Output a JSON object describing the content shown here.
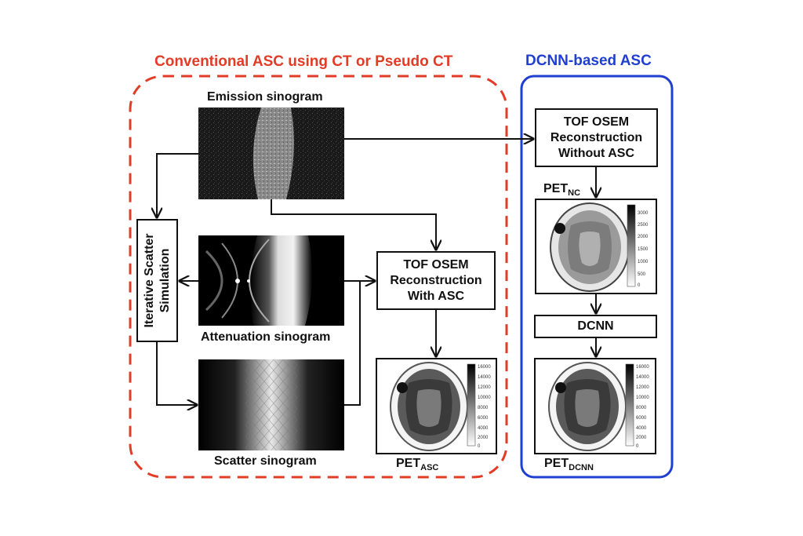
{
  "titles": {
    "conventional": "Conventional ASC using CT or Pseudo CT",
    "dcnn_based": "DCNN-based ASC"
  },
  "labels": {
    "emission_sinogram": "Emission sinogram",
    "attenuation_sinogram": "Attenuation sinogram",
    "scatter_sinogram": "Scatter sinogram"
  },
  "boxes": {
    "iterative_scatter": "Iterative Scatter\nSimulation",
    "recon_with_asc": "TOF OSEM\nReconstruction\nWith ASC",
    "recon_without_asc": "TOF OSEM\nReconstruction\nWithout ASC",
    "dcnn": "DCNN"
  },
  "pet_labels": {
    "asc": {
      "base": "PET",
      "sub": "ASC"
    },
    "nc": {
      "base": "PET",
      "sub": "NC"
    },
    "dcnn": {
      "base": "PET",
      "sub": "DCNN"
    }
  },
  "colorbars": {
    "nc": [
      "3000",
      "2500",
      "2000",
      "1500",
      "1000",
      "500",
      "0"
    ],
    "asc": [
      "16000",
      "14000",
      "12000",
      "10000",
      "8000",
      "6000",
      "4000",
      "2000",
      "0"
    ],
    "dcnn": [
      "16000",
      "14000",
      "12000",
      "10000",
      "8000",
      "6000",
      "4000",
      "2000",
      "0"
    ]
  },
  "colors": {
    "conventional_border": "#e23b26",
    "dcnn_border": "#1f3fd0",
    "arrow": "#111111"
  }
}
